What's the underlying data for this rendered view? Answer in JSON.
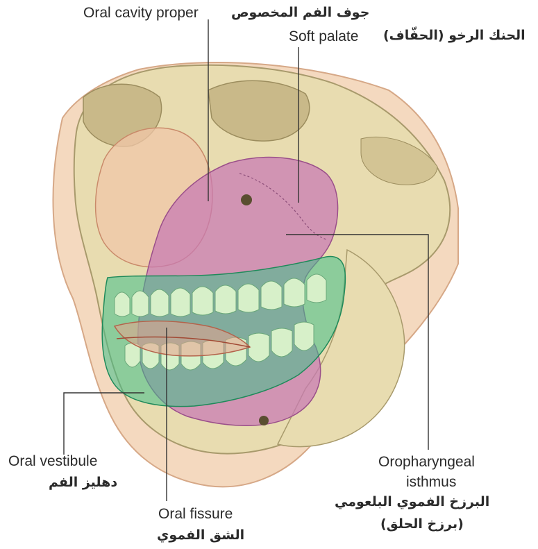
{
  "labels": {
    "oral_cavity_proper": {
      "en": "Oral cavity proper",
      "ar": "جوف الفم المخصوص"
    },
    "soft_palate": {
      "en": "Soft palate",
      "ar": "الحنك الرخو (الحفّاف)"
    },
    "oral_vestibule": {
      "en": "Oral vestibule",
      "ar": "دهليز الفم"
    },
    "oral_fissure": {
      "en": "Oral fissure",
      "ar": "الشق الفموي"
    },
    "oropharyngeal_isthmus": {
      "en_line1": "Oropharyngeal",
      "en_line2": "isthmus",
      "ar_line1": "البرزخ الفموي البلعومي",
      "ar_line2": "(برزخ الحلق)"
    }
  },
  "colors": {
    "bone": "#e8dcb0",
    "bone_shadow": "#c9b989",
    "skin": "#f4d9bf",
    "cavity_pink": "#c779b4",
    "vestibule_green": "#3fbf8a",
    "teeth": "#d7f0c9",
    "lip_pink": "#e7a38d",
    "leader_line": "#333333"
  }
}
